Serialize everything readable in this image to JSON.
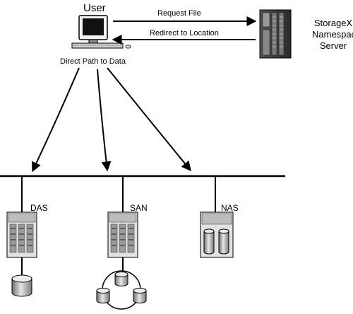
{
  "user": {
    "label": "User"
  },
  "edges": {
    "request": "Request File",
    "redirect": "Redirect to Location",
    "direct": "Direct Path to Data"
  },
  "server": {
    "line1": "StorageX",
    "line2": "Namespace",
    "line3": "Server"
  },
  "storage": {
    "das": "DAS",
    "san": "SAN",
    "nas": "NAS"
  },
  "icons": {
    "user": "computer-workstation-icon",
    "server": "server-tower-icon",
    "das": "server-tower-icon",
    "san": "server-tower-icon",
    "nas": "nas-appliance-icon",
    "das_disk": "disk-cylinder-icon",
    "san_disks": "disk-ring-icon"
  }
}
